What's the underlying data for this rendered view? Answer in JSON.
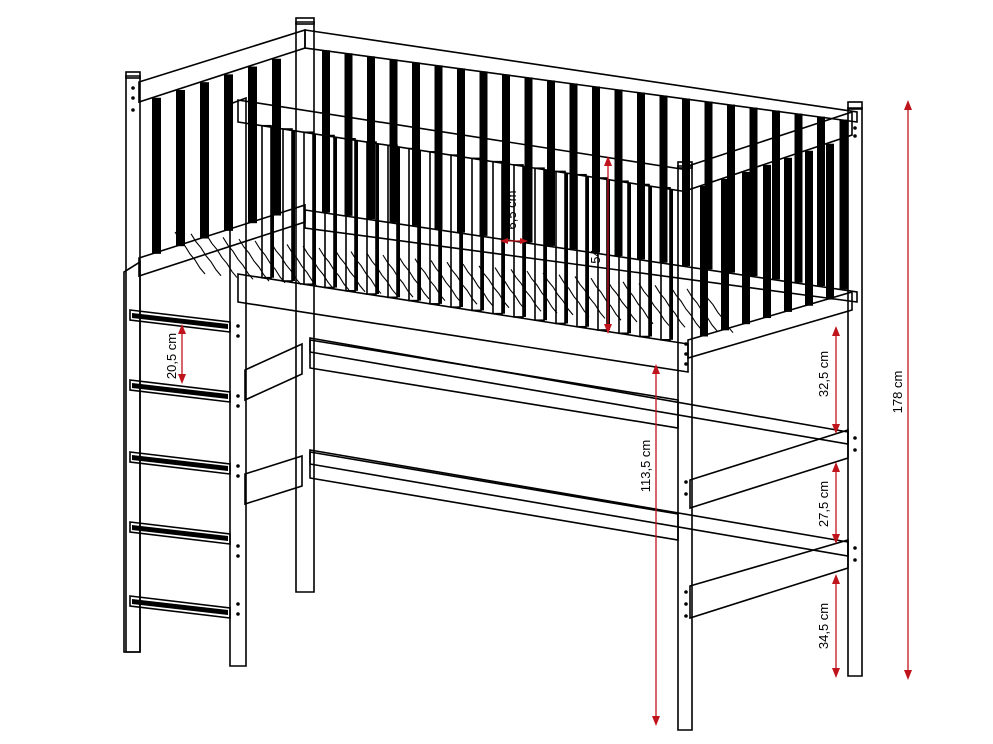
{
  "dimensions": {
    "total_height": "178 cm",
    "rail_height": "54 cm",
    "slat_gap": "6,5 cm",
    "ladder_step": "20,5 cm",
    "under_clearance": "113,5 cm",
    "upper_gap": "32,5 cm",
    "middle_gap": "27,5 cm",
    "lower_gap": "34,5 cm"
  },
  "colors": {
    "drawing": "#000000",
    "dimension_lines": "#c0141c"
  }
}
